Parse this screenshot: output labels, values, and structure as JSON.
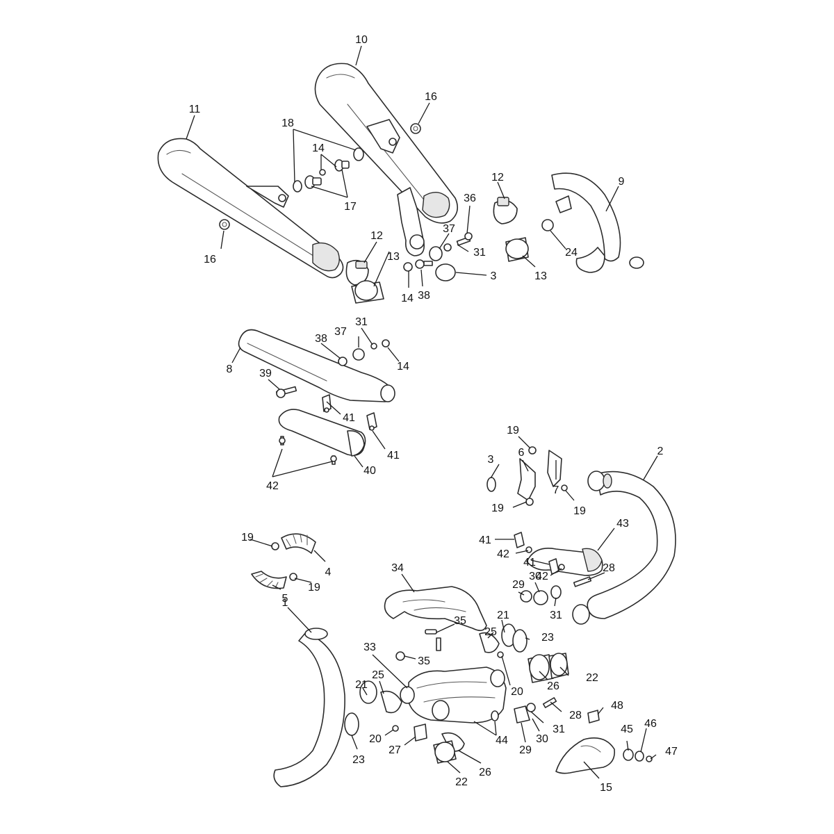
{
  "diagram": {
    "callouts": [
      {
        "id": "c10",
        "text": "10"
      },
      {
        "id": "c11",
        "text": "11"
      },
      {
        "id": "c16a",
        "text": "16"
      },
      {
        "id": "c16b",
        "text": "16"
      },
      {
        "id": "c18",
        "text": "18"
      },
      {
        "id": "c14a",
        "text": "14"
      },
      {
        "id": "c17",
        "text": "17"
      },
      {
        "id": "c12a",
        "text": "12"
      },
      {
        "id": "c12b",
        "text": "12"
      },
      {
        "id": "c36",
        "text": "36"
      },
      {
        "id": "c37a",
        "text": "37"
      },
      {
        "id": "c31a",
        "text": "31"
      },
      {
        "id": "c9",
        "text": "9"
      },
      {
        "id": "c24",
        "text": "24"
      },
      {
        "id": "c13a",
        "text": "13"
      },
      {
        "id": "c13b",
        "text": "13"
      },
      {
        "id": "c14b",
        "text": "14"
      },
      {
        "id": "c38a",
        "text": "38"
      },
      {
        "id": "c3a",
        "text": "3"
      },
      {
        "id": "c8",
        "text": "8"
      },
      {
        "id": "c38b",
        "text": "38"
      },
      {
        "id": "c37b",
        "text": "37"
      },
      {
        "id": "c31b",
        "text": "31"
      },
      {
        "id": "c14c",
        "text": "14"
      },
      {
        "id": "c39",
        "text": "39"
      },
      {
        "id": "c41a",
        "text": "41"
      },
      {
        "id": "c41b",
        "text": "41"
      },
      {
        "id": "c40",
        "text": "40"
      },
      {
        "id": "c42a",
        "text": "42"
      },
      {
        "id": "c19a",
        "text": "19"
      },
      {
        "id": "c6",
        "text": "6"
      },
      {
        "id": "c3b",
        "text": "3"
      },
      {
        "id": "c7",
        "text": "7"
      },
      {
        "id": "c19b",
        "text": "19"
      },
      {
        "id": "c19c",
        "text": "19"
      },
      {
        "id": "c2",
        "text": "2"
      },
      {
        "id": "c43",
        "text": "43"
      },
      {
        "id": "c41c",
        "text": "41"
      },
      {
        "id": "c42b",
        "text": "42"
      },
      {
        "id": "c41d",
        "text": "41"
      },
      {
        "id": "c42c",
        "text": "42"
      },
      {
        "id": "c28a",
        "text": "28"
      },
      {
        "id": "c29a",
        "text": "29"
      },
      {
        "id": "c30a",
        "text": "30"
      },
      {
        "id": "c31c",
        "text": "31"
      },
      {
        "id": "c19d",
        "text": "19"
      },
      {
        "id": "c4",
        "text": "4"
      },
      {
        "id": "c5",
        "text": "5"
      },
      {
        "id": "c19e",
        "text": "19"
      },
      {
        "id": "c34",
        "text": "34"
      },
      {
        "id": "c1",
        "text": "1"
      },
      {
        "id": "c35a",
        "text": "35"
      },
      {
        "id": "c21a",
        "text": "21"
      },
      {
        "id": "c25a",
        "text": "25"
      },
      {
        "id": "c23a",
        "text": "23"
      },
      {
        "id": "c33",
        "text": "33"
      },
      {
        "id": "c35b",
        "text": "35"
      },
      {
        "id": "c22a",
        "text": "22"
      },
      {
        "id": "c26a",
        "text": "26"
      },
      {
        "id": "c20a",
        "text": "20"
      },
      {
        "id": "c21b",
        "text": "21"
      },
      {
        "id": "c25b",
        "text": "25"
      },
      {
        "id": "c28b",
        "text": "28"
      },
      {
        "id": "c48",
        "text": "48"
      },
      {
        "id": "c31d",
        "text": "31"
      },
      {
        "id": "c20b",
        "text": "20"
      },
      {
        "id": "c27",
        "text": "27"
      },
      {
        "id": "c44",
        "text": "44"
      },
      {
        "id": "c30b",
        "text": "30"
      },
      {
        "id": "c29b",
        "text": "29"
      },
      {
        "id": "c45",
        "text": "45"
      },
      {
        "id": "c46",
        "text": "46"
      },
      {
        "id": "c47",
        "text": "47"
      },
      {
        "id": "c23b",
        "text": "23"
      },
      {
        "id": "c22b",
        "text": "22"
      },
      {
        "id": "c26b",
        "text": "26"
      },
      {
        "id": "c15",
        "text": "15"
      }
    ]
  }
}
